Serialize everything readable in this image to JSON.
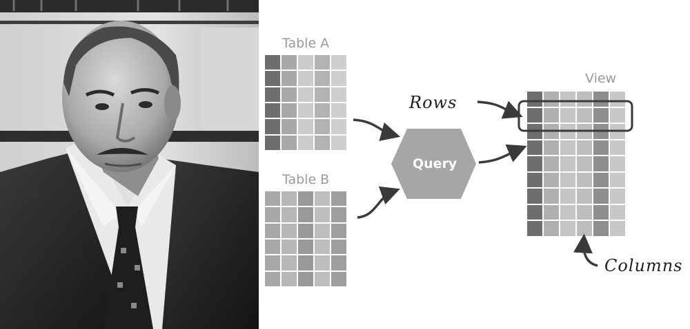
{
  "photo": {
    "alt": "Portrait of a man in suit and tie in front of bookshelves"
  },
  "table_a": {
    "label": "Table A"
  },
  "table_b": {
    "label": "Table B"
  },
  "query": {
    "label": "Query"
  },
  "view": {
    "label": "View"
  },
  "annotations": {
    "rows": "Rows",
    "columns": "Columns"
  },
  "colors": {
    "label_gray": "#9a9a9a",
    "arrow": "#3a3a3a",
    "hex_fill": "#a6a6a6"
  }
}
